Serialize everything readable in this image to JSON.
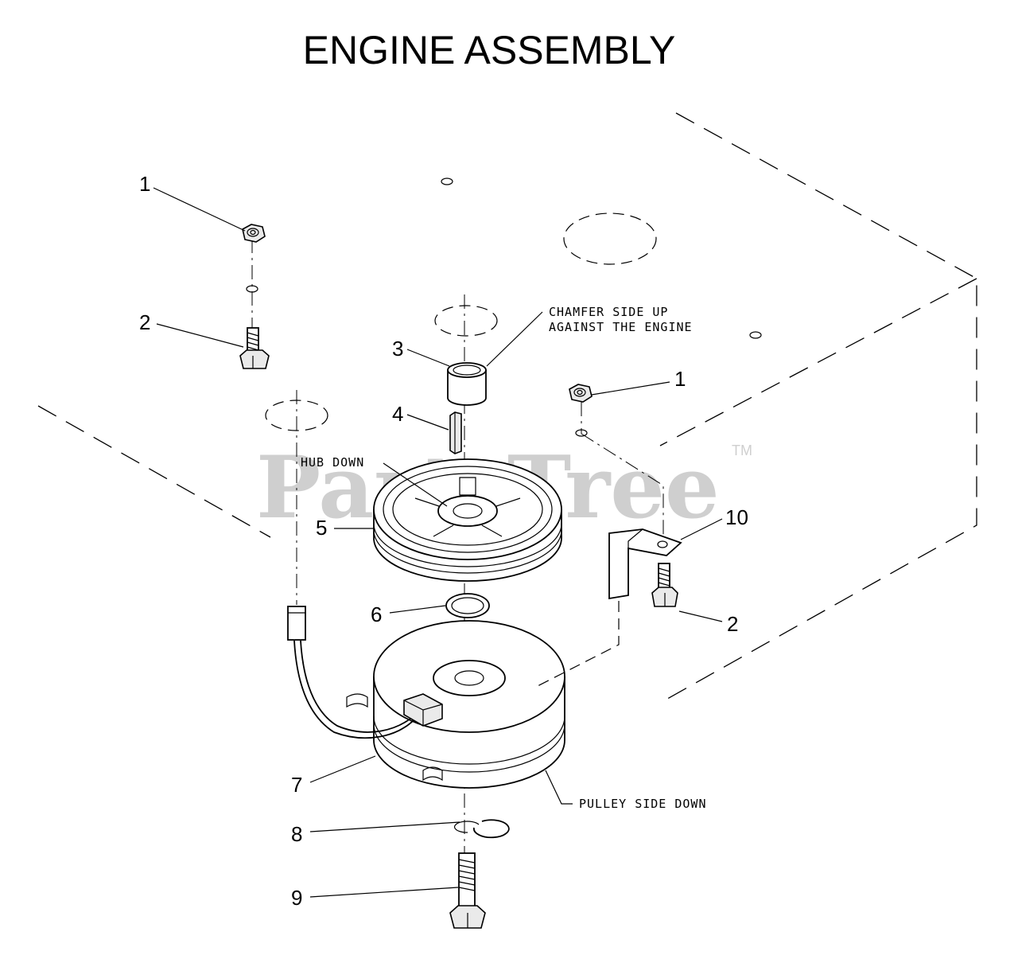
{
  "title": "ENGINE ASSEMBLY",
  "watermark": {
    "text": "PartsTree",
    "tm": "TM"
  },
  "callouts": {
    "c1a": "1",
    "c2a": "2",
    "c3": "3",
    "c4": "4",
    "c1b": "1",
    "c10": "10",
    "c5": "5",
    "c6": "6",
    "c2b": "2",
    "c7": "7",
    "c8": "8",
    "c9": "9"
  },
  "notes": {
    "chamfer_line1": "CHAMFER SIDE UP",
    "chamfer_line2": "AGAINST THE ENGINE",
    "hub_down": "HUB DOWN",
    "pulley_side_down": "PULLEY SIDE DOWN"
  },
  "colors": {
    "line": "#000000",
    "watermark": "#cfcfcf",
    "background": "#ffffff"
  }
}
